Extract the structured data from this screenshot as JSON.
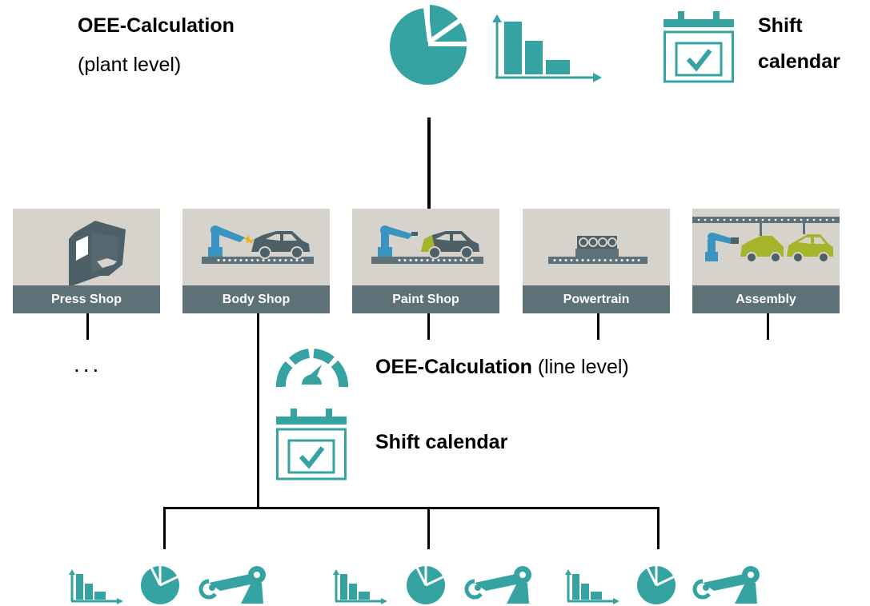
{
  "plant": {
    "title": "OEE-Calculation",
    "subtitle": "(plant level)",
    "shift_line1": "Shift",
    "shift_line2": "calendar"
  },
  "shops": [
    {
      "label": "Press Shop"
    },
    {
      "label": "Body Shop"
    },
    {
      "label": "Paint Shop"
    },
    {
      "label": "Powertrain"
    },
    {
      "label": "Assembly"
    }
  ],
  "ellipsis": "...",
  "line_level": {
    "title": "OEE-Calculation",
    "suffix": "(line level)",
    "shift_calendar": "Shift calendar"
  },
  "colors": {
    "teal": "#36a3a3",
    "tile_bg": "#d5d3cb",
    "label_bg": "#5e7179",
    "lime": "#a5b52a"
  },
  "icons": [
    "pie-chart-icon",
    "bar-chart-icon",
    "calendar-check-icon",
    "gauge-icon",
    "robot-arm-icon"
  ]
}
